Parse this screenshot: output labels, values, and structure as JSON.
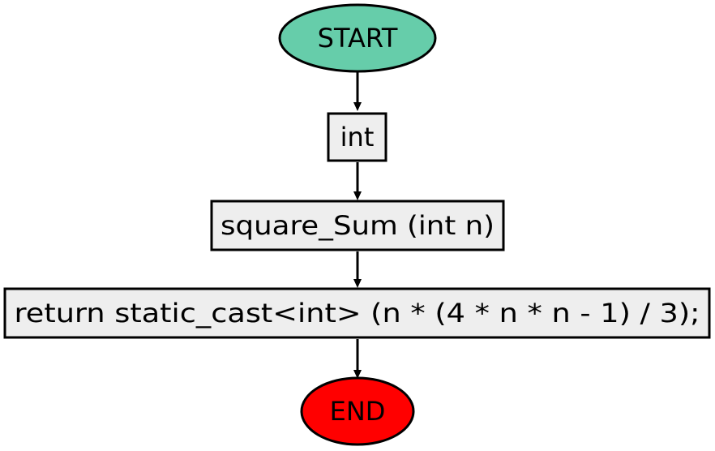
{
  "flowchart": {
    "nodes": [
      {
        "id": "start",
        "shape": "terminator",
        "label": "START",
        "fill": "#66cdaa"
      },
      {
        "id": "return-type",
        "shape": "process",
        "label": "int",
        "fill": "#eeeeee"
      },
      {
        "id": "function-signature",
        "shape": "process",
        "label": "square_Sum (int n)",
        "fill": "#eeeeee"
      },
      {
        "id": "return-statement",
        "shape": "process",
        "label": "return static_cast<int> (n * (4 * n * n - 1) / 3);",
        "fill": "#eeeeee"
      },
      {
        "id": "end",
        "shape": "terminator",
        "label": "END",
        "fill": "#ff0000"
      }
    ],
    "edges": [
      {
        "from": "start",
        "to": "return-type"
      },
      {
        "from": "return-type",
        "to": "function-signature"
      },
      {
        "from": "function-signature",
        "to": "return-statement"
      },
      {
        "from": "return-statement",
        "to": "end"
      }
    ],
    "stroke_color": "#000000"
  }
}
